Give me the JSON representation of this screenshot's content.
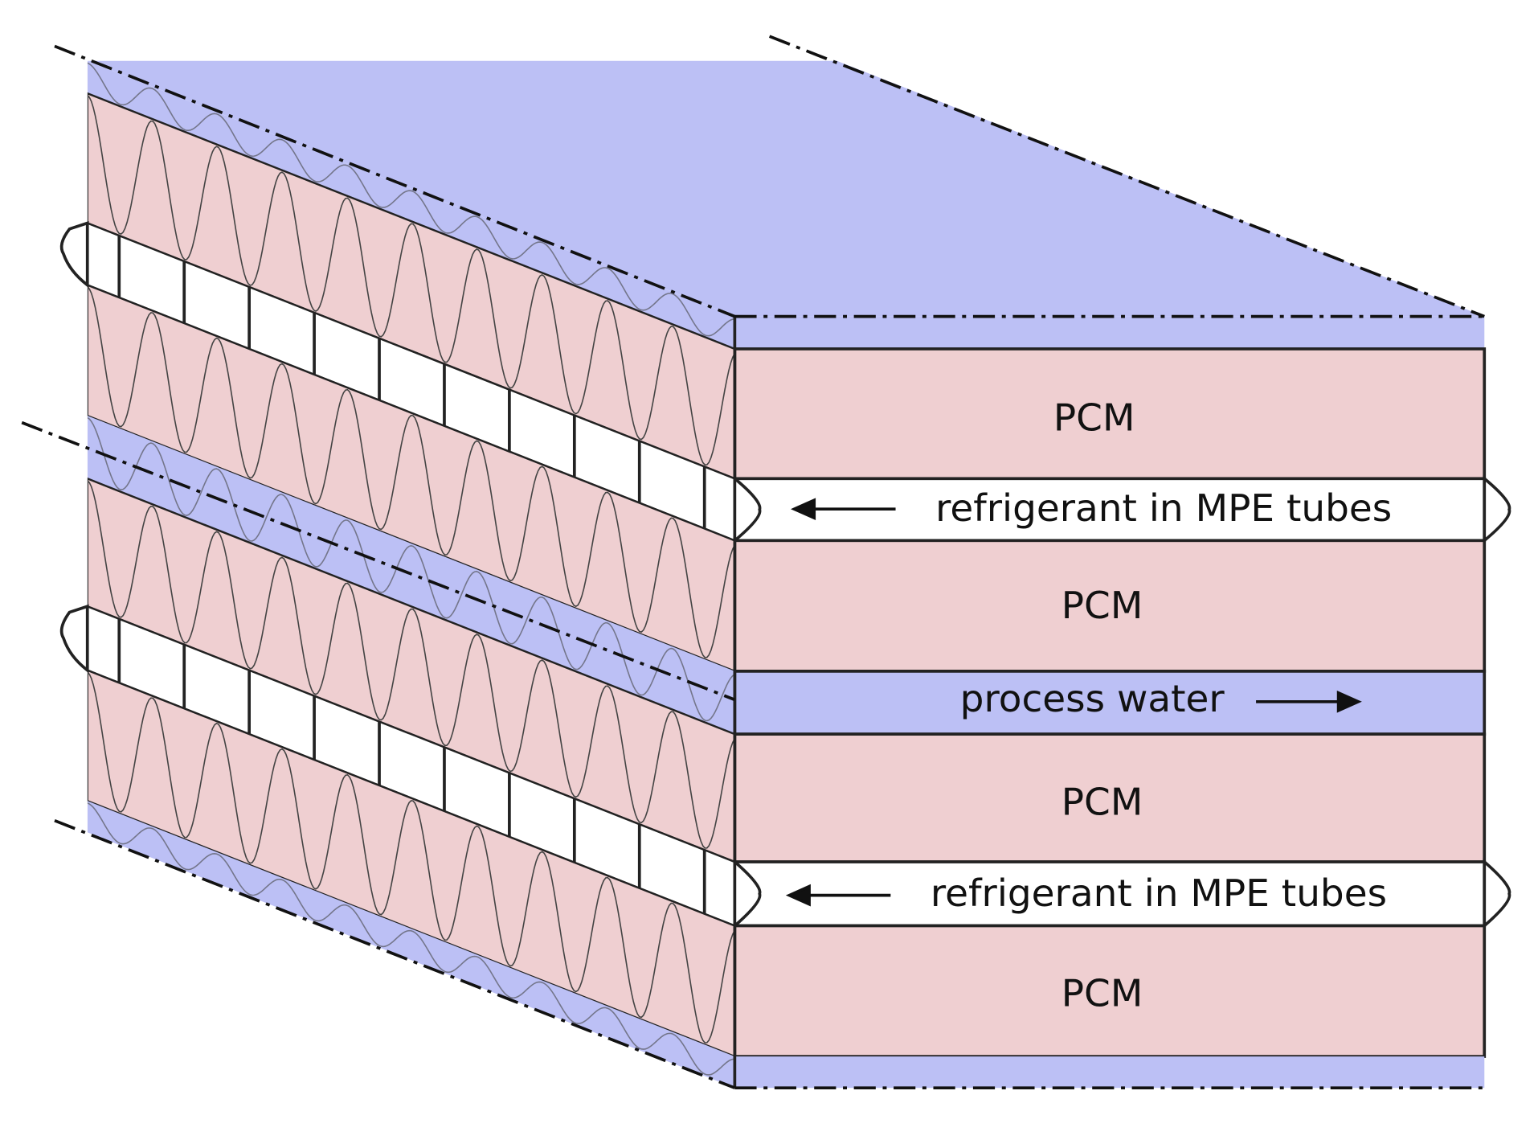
{
  "colors": {
    "water": "#bcc0f5",
    "pcm": "#efcfd1",
    "refrigerant": "#ffffff",
    "outline": "#222222"
  },
  "layers": [
    {
      "type": "water",
      "label": ""
    },
    {
      "type": "pcm",
      "label": "PCM"
    },
    {
      "type": "refrigerant",
      "label": "refrigerant in MPE tubes",
      "arrow": "left"
    },
    {
      "type": "pcm",
      "label": "PCM"
    },
    {
      "type": "water",
      "label": "process water",
      "arrow": "right"
    },
    {
      "type": "pcm",
      "label": "PCM"
    },
    {
      "type": "refrigerant",
      "label": "refrigerant in MPE tubes",
      "arrow": "left"
    },
    {
      "type": "pcm",
      "label": "PCM"
    },
    {
      "type": "water",
      "label": ""
    }
  ]
}
